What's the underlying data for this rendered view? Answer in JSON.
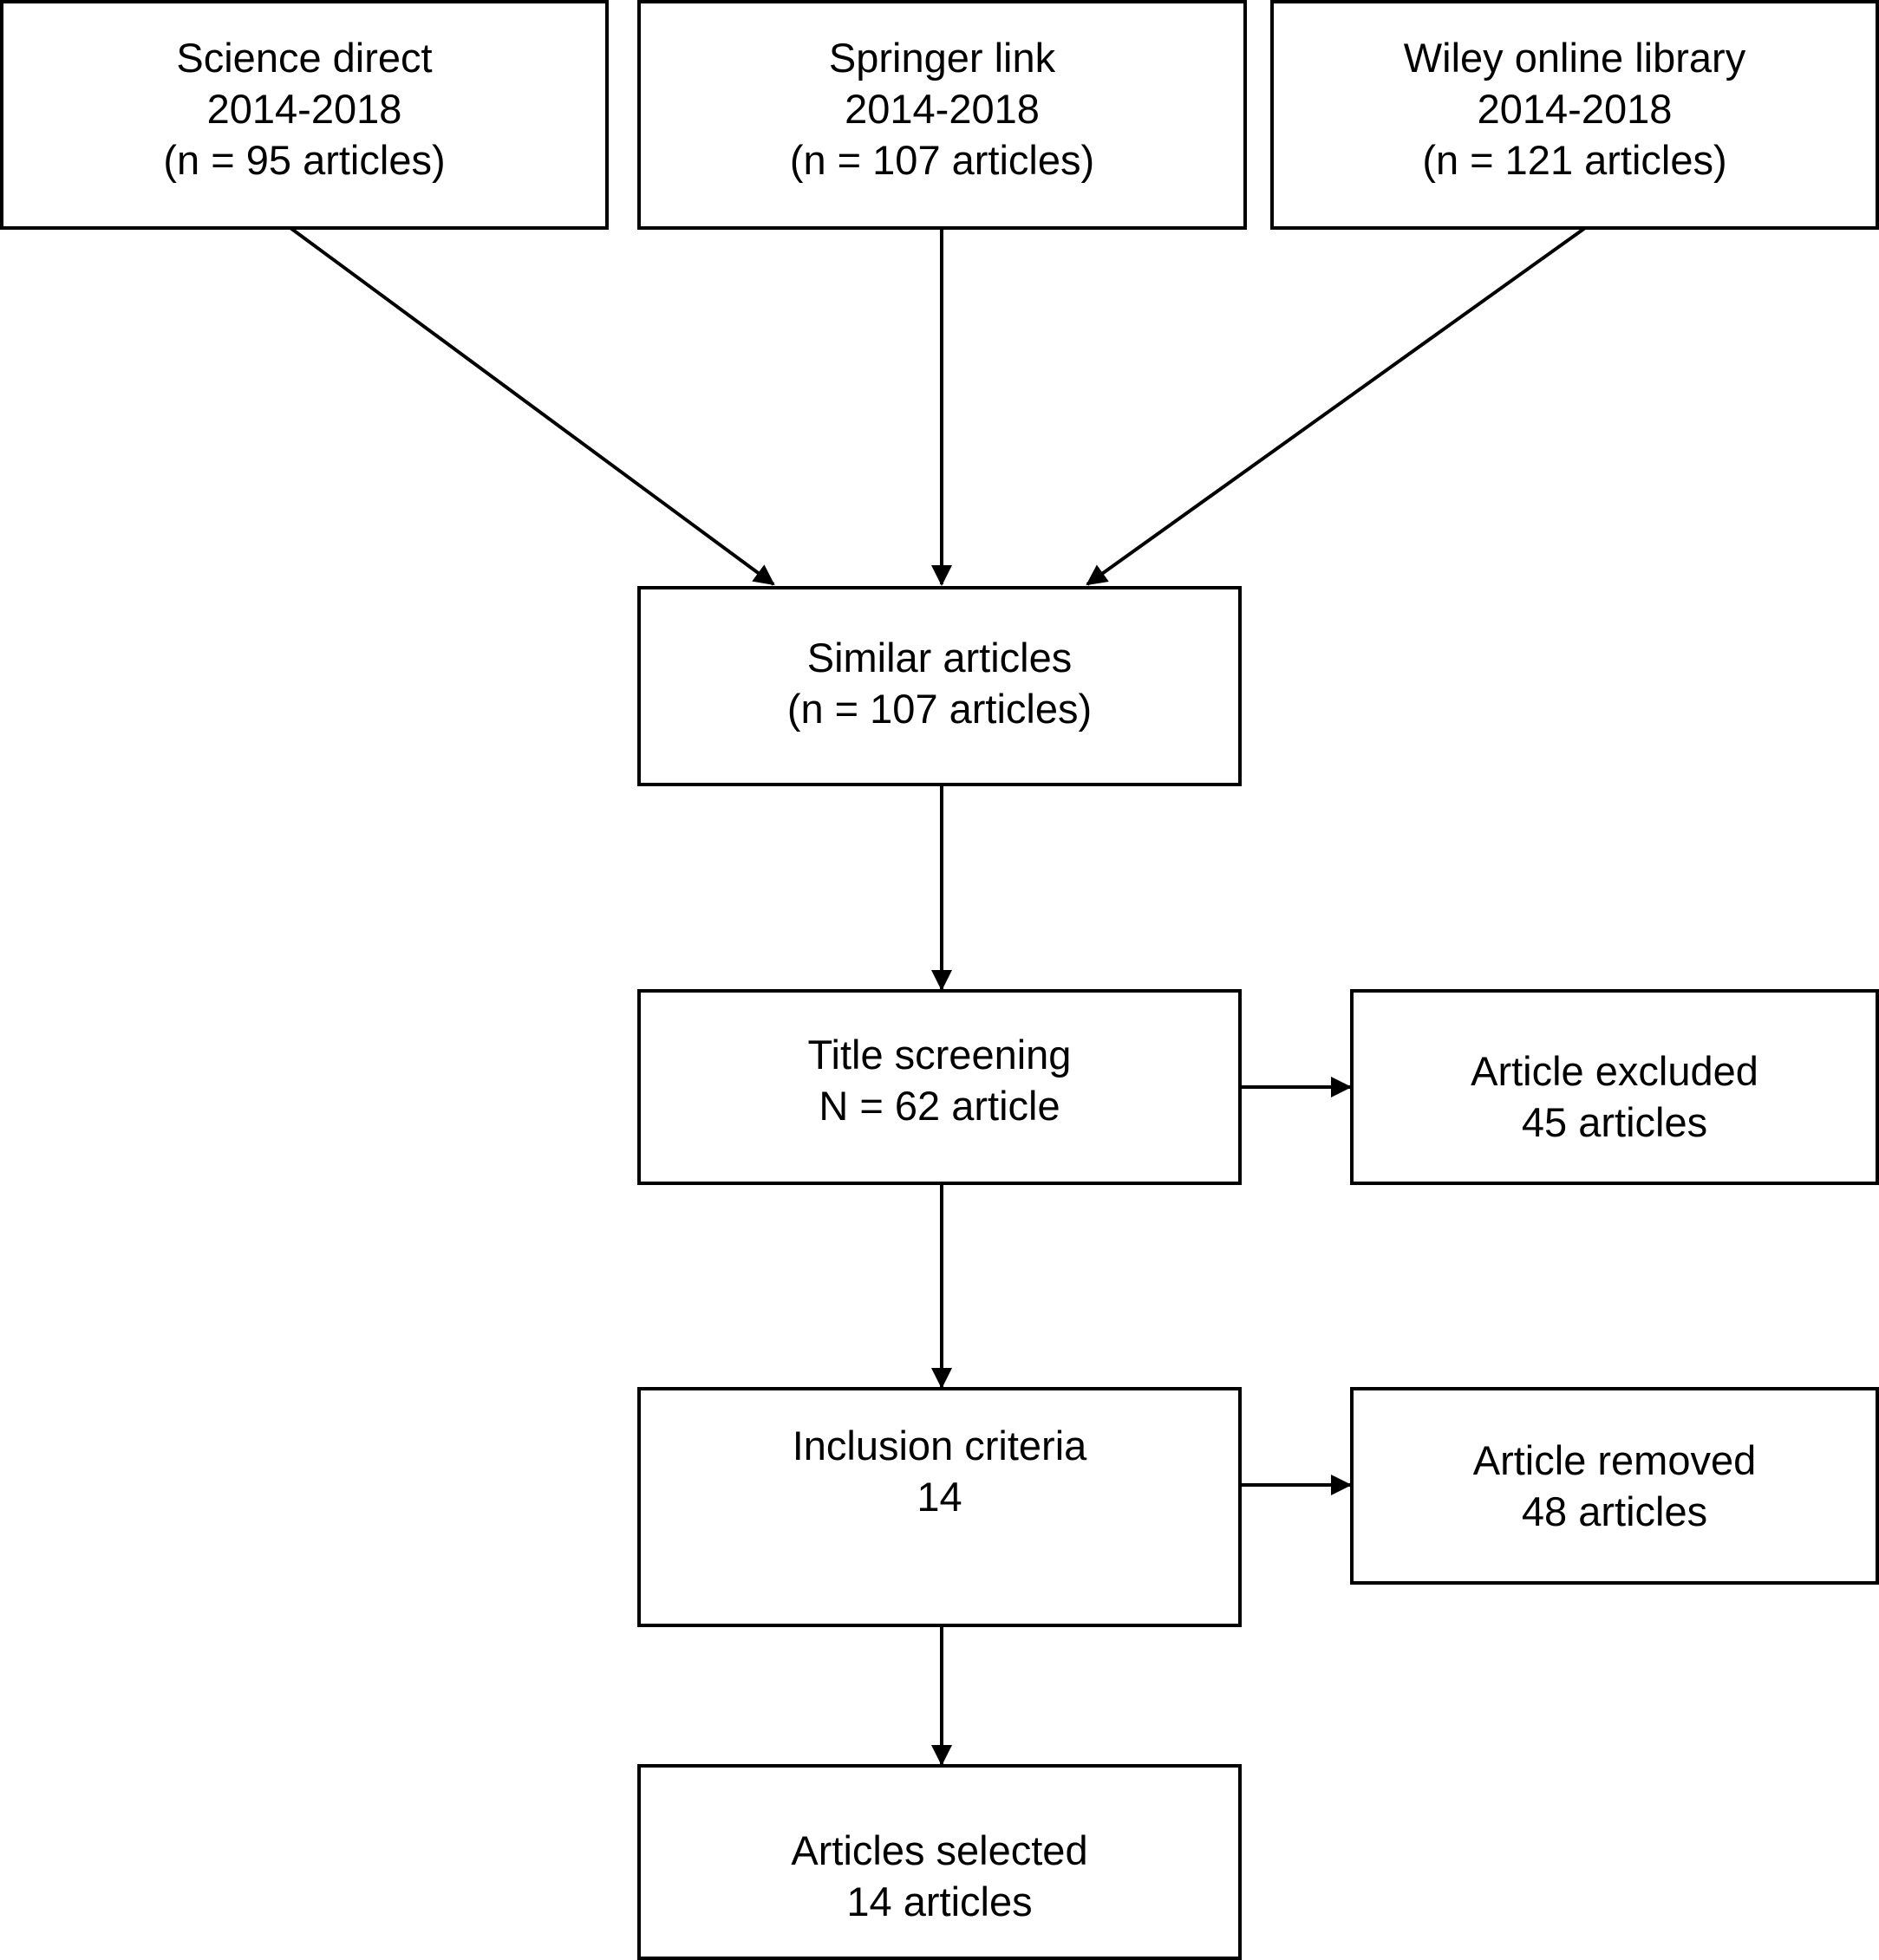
{
  "sources": [
    {
      "name": "Science direct",
      "years": "2014-2018",
      "count": "(n = 95 articles)"
    },
    {
      "name": "Springer link",
      "years": "2014-2018",
      "count": "(n = 107 articles)"
    },
    {
      "name": "Wiley online library",
      "years": "2014-2018",
      "count": "(n = 121 articles)"
    }
  ],
  "similar": {
    "label": "Similar articles",
    "count": "(n = 107 articles)"
  },
  "title_screening": {
    "label": "Title screening",
    "count": "N = 62 article"
  },
  "excluded": {
    "label": "Article excluded",
    "count": "45 articles"
  },
  "inclusion": {
    "label": "Inclusion criteria",
    "count": "14"
  },
  "removed": {
    "label": "Article removed",
    "count": "48 articles"
  },
  "selected": {
    "label": "Articles selected",
    "count": "14 articles"
  },
  "colors": {
    "line": "#000000",
    "box_fill": "#ffffff",
    "text": "#000000"
  }
}
